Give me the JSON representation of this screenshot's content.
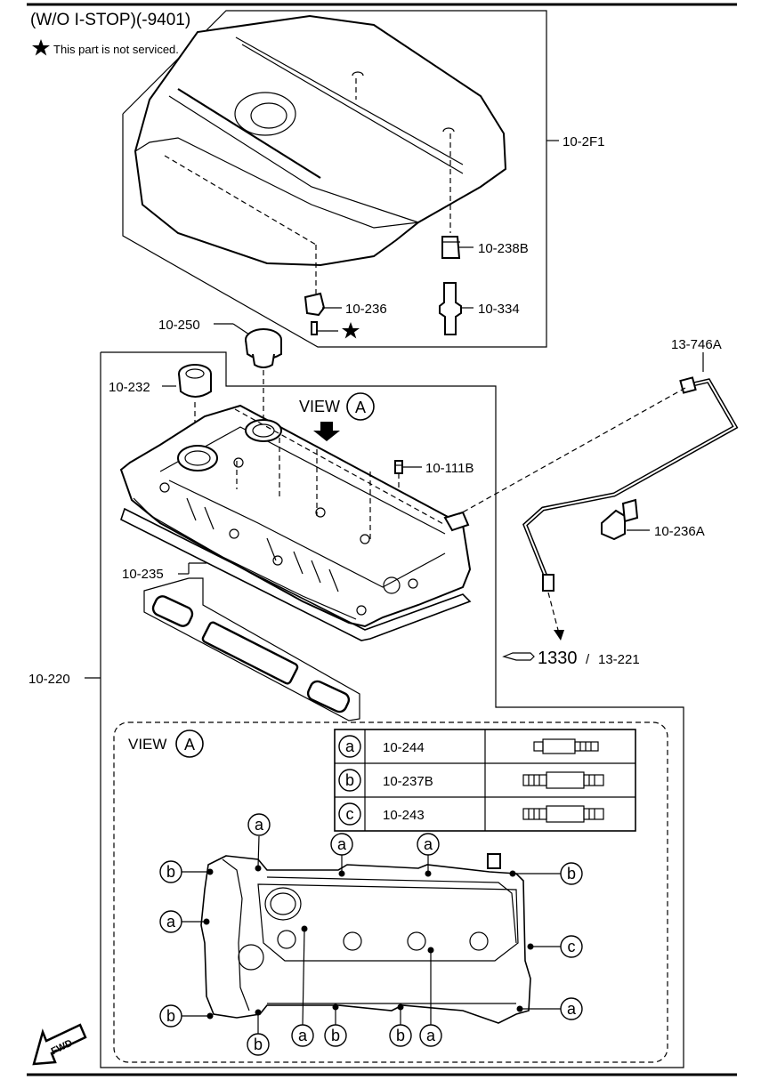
{
  "header": {
    "title": "(W/O I-STOP)(-9401)",
    "note": "This part is not serviced."
  },
  "callouts": {
    "engine_cover": "10-2F1",
    "grommet": "10-238B",
    "bracket": "10-236",
    "stud": "10-334",
    "oil_cap": "10-250",
    "plug_seal": "10-232",
    "view_label": "VIEW",
    "view_letter": "A",
    "pcv_valve": "10-111B",
    "hose": "13-746A",
    "hose_clip": "10-236A",
    "gasket": "10-235",
    "cylinder_head_cover": "10-220",
    "ref_fig": "1330",
    "ref_sep": "/",
    "ref_sub": "13-221"
  },
  "detail": {
    "view_label": "VIEW",
    "view_letter": "A",
    "fwd_label": "FWD",
    "bolt_table": [
      {
        "key": "a",
        "part": "10-244"
      },
      {
        "key": "b",
        "part": "10-237B"
      },
      {
        "key": "c",
        "part": "10-243"
      }
    ],
    "letters": {
      "a": "a",
      "b": "b",
      "c": "c"
    }
  }
}
